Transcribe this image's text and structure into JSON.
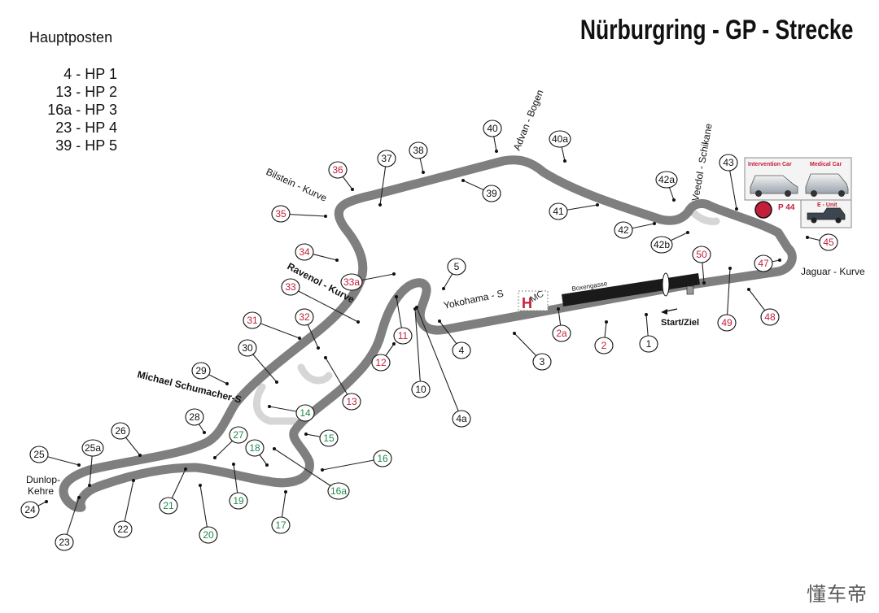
{
  "title": "Nürburgring - GP - Strecke",
  "legend": {
    "heading": "Hauptposten",
    "items": [
      "4 - HP 1",
      "13 - HP 2",
      "16a - HP 3",
      "23 - HP 4",
      "39 - HP 5"
    ]
  },
  "corners": [
    {
      "key": "bilstein",
      "text": "Bilstein - Kurve"
    },
    {
      "key": "advan",
      "text": "Advan - Bogen"
    },
    {
      "key": "veedol",
      "text": "Veedol - Schikane"
    },
    {
      "key": "jaguar",
      "text": "Jaguar - Kurve"
    },
    {
      "key": "yokohama",
      "text": "Yokohama - S"
    },
    {
      "key": "ravenol",
      "text": "Ravenol - Kurve"
    },
    {
      "key": "schumacher",
      "text": "Michael Schumacher-S"
    },
    {
      "key": "dunlop1",
      "text": "Dunlop-"
    },
    {
      "key": "dunlop2",
      "text": "Kehre"
    }
  ],
  "facilities": {
    "pitlane": "Boxengasse",
    "start_finish": "Start/Ziel",
    "heli": "H",
    "medical": "MC",
    "intervention_car": "Intervention Car",
    "medical_car": "Medical Car",
    "e_unit": "E - Unit",
    "parking": "P 44"
  },
  "colors": {
    "track": "#7f7f7f",
    "runoff": "#d6d6d6",
    "black_post": "#111111",
    "red_post": "#c41e3a",
    "green_post": "#1f8a4c",
    "lead_line": "#222222"
  },
  "posts": [
    {
      "label": "1",
      "color": "black"
    },
    {
      "label": "2",
      "color": "red"
    },
    {
      "label": "2a",
      "color": "red"
    },
    {
      "label": "3",
      "color": "black"
    },
    {
      "label": "4",
      "color": "black"
    },
    {
      "label": "4a",
      "color": "black"
    },
    {
      "label": "5",
      "color": "black"
    },
    {
      "label": "10",
      "color": "black"
    },
    {
      "label": "11",
      "color": "red"
    },
    {
      "label": "12",
      "color": "red"
    },
    {
      "label": "13",
      "color": "red"
    },
    {
      "label": "14",
      "color": "green"
    },
    {
      "label": "15",
      "color": "green"
    },
    {
      "label": "16",
      "color": "green"
    },
    {
      "label": "16a",
      "color": "green"
    },
    {
      "label": "17",
      "color": "green"
    },
    {
      "label": "18",
      "color": "green"
    },
    {
      "label": "19",
      "color": "green"
    },
    {
      "label": "20",
      "color": "green"
    },
    {
      "label": "21",
      "color": "green"
    },
    {
      "label": "22",
      "color": "black"
    },
    {
      "label": "23",
      "color": "black"
    },
    {
      "label": "24",
      "color": "black"
    },
    {
      "label": "25",
      "color": "black"
    },
    {
      "label": "25a",
      "color": "black"
    },
    {
      "label": "26",
      "color": "black"
    },
    {
      "label": "27",
      "color": "green"
    },
    {
      "label": "28",
      "color": "black"
    },
    {
      "label": "29",
      "color": "black"
    },
    {
      "label": "30",
      "color": "black"
    },
    {
      "label": "31",
      "color": "red"
    },
    {
      "label": "32",
      "color": "red"
    },
    {
      "label": "33",
      "color": "red"
    },
    {
      "label": "33a",
      "color": "red"
    },
    {
      "label": "34",
      "color": "red"
    },
    {
      "label": "35",
      "color": "red"
    },
    {
      "label": "36",
      "color": "red"
    },
    {
      "label": "37",
      "color": "black"
    },
    {
      "label": "38",
      "color": "black"
    },
    {
      "label": "39",
      "color": "black"
    },
    {
      "label": "40",
      "color": "black"
    },
    {
      "label": "40a",
      "color": "black"
    },
    {
      "label": "41",
      "color": "black"
    },
    {
      "label": "42",
      "color": "black"
    },
    {
      "label": "42a",
      "color": "black"
    },
    {
      "label": "42b",
      "color": "black"
    },
    {
      "label": "43",
      "color": "black"
    },
    {
      "label": "45",
      "color": "red"
    },
    {
      "label": "47",
      "color": "red"
    },
    {
      "label": "48",
      "color": "red"
    },
    {
      "label": "49",
      "color": "red"
    },
    {
      "label": "50",
      "color": "red"
    }
  ],
  "watermark": "懂车帝"
}
